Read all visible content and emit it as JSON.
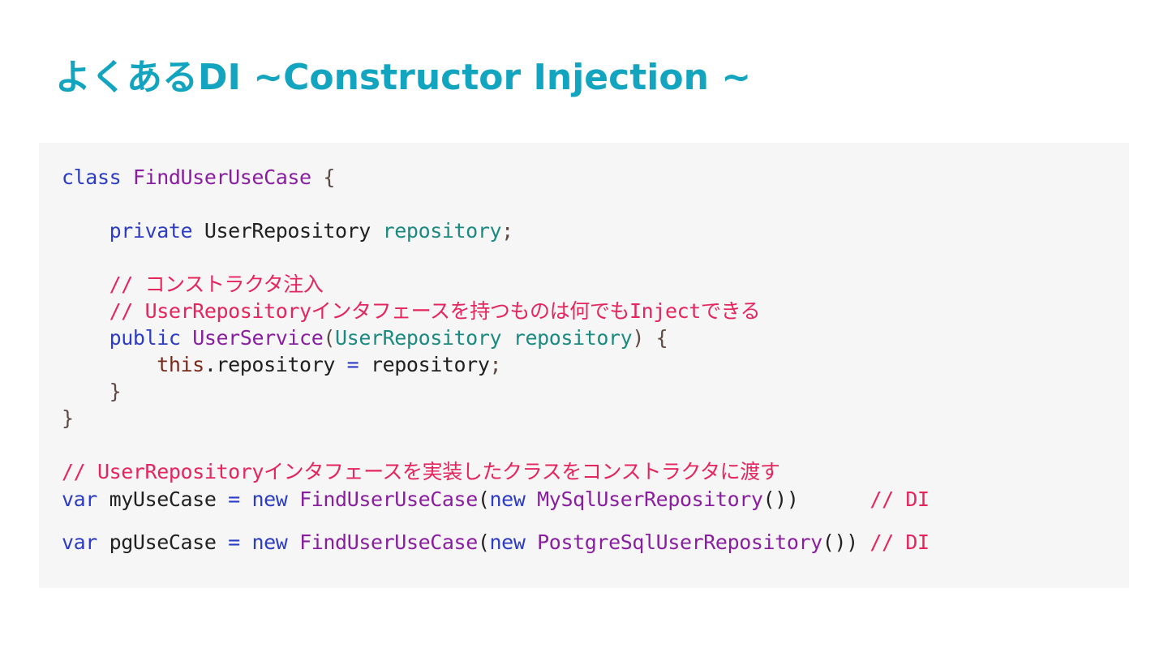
{
  "slide": {
    "title": "よくあるDI ~Constructor Injection ~",
    "colors": {
      "title": "#13a4c0",
      "panel_background": "#f6f6f6",
      "keyword": "#2c3cc6",
      "class_name": "#8a1ea0",
      "variable": "#1b8a80",
      "comment": "#e5255d",
      "this_keyword": "#7a2a1a"
    }
  },
  "code": {
    "line1": {
      "kw": "class",
      "cls": "FindUserUseCase",
      "brace": "{"
    },
    "line2": {
      "kw": "private",
      "type": "UserRepository",
      "field": "repository",
      "semi": ";"
    },
    "line3": {
      "comment": "// コンストラクタ注入"
    },
    "line4": {
      "comment": "// UserRepositoryインタフェースを持つものは何でもInjectできる"
    },
    "line5": {
      "kw": "public",
      "method": "UserService",
      "open_paren": "(",
      "param_type": "UserRepository",
      "param_name": "repository",
      "close_paren": ")",
      "brace": "{"
    },
    "line6": {
      "this_kw": "this",
      "member": ".repository",
      "op": "=",
      "value": "repository",
      "semi": ";"
    },
    "line7": {
      "brace": "}"
    },
    "line8": {
      "brace": "}"
    },
    "line9": {
      "comment": "// UserRepositoryインタフェースを実装したクラスをコンストラクタに渡す"
    },
    "line10": {
      "kw_var": "var",
      "name": "myUseCase",
      "op": "=",
      "kw_new": "new",
      "cls": "FindUserUseCase",
      "open_paren": "(",
      "kw_new2": "new",
      "impl": "MySqlUserRepository",
      "close": "())",
      "comment": "// DI"
    },
    "line11": {
      "kw_var": "var",
      "name": "pgUseCase",
      "op": "=",
      "kw_new": "new",
      "cls": "FindUserUseCase",
      "open_paren": "(",
      "kw_new2": "new",
      "impl": "PostgreSqlUserRepository",
      "close": "())",
      "comment": "// DI"
    }
  }
}
